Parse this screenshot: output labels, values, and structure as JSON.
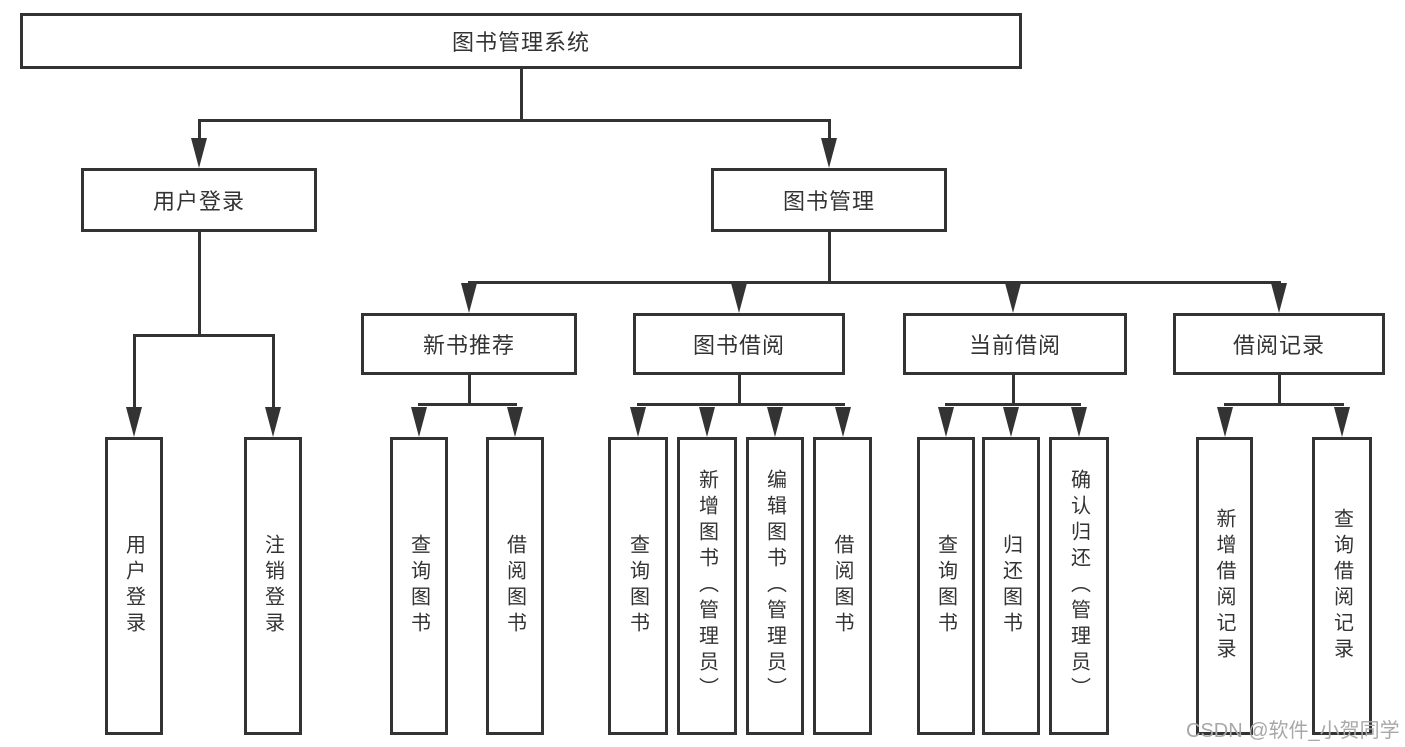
{
  "tree": {
    "root": {
      "label": "图书管理系统",
      "children": [
        {
          "label": "用户登录",
          "children": [
            {
              "label": "用户登录"
            },
            {
              "label": "注销登录"
            }
          ]
        },
        {
          "label": "图书管理",
          "children": [
            {
              "label": "新书推荐",
              "children": [
                {
                  "label": "查询图书"
                },
                {
                  "label": "借阅图书"
                }
              ]
            },
            {
              "label": "图书借阅",
              "children": [
                {
                  "label": "查询图书"
                },
                {
                  "label": "新增图书（管理员）"
                },
                {
                  "label": "编辑图书（管理员）"
                },
                {
                  "label": "借阅图书"
                }
              ]
            },
            {
              "label": "当前借阅",
              "children": [
                {
                  "label": "查询图书"
                },
                {
                  "label": "归还图书"
                },
                {
                  "label": "确认归还（管理员）"
                }
              ]
            },
            {
              "label": "借阅记录",
              "children": [
                {
                  "label": "新增借阅记录"
                },
                {
                  "label": "查询借阅记录"
                }
              ]
            }
          ]
        }
      ]
    }
  },
  "watermark": {
    "text": "CSDN @软件_小贺同学"
  },
  "colors": {
    "line": "#333333",
    "text": "#333333",
    "background": "#ffffff",
    "watermark": "#a8a8a8"
  }
}
